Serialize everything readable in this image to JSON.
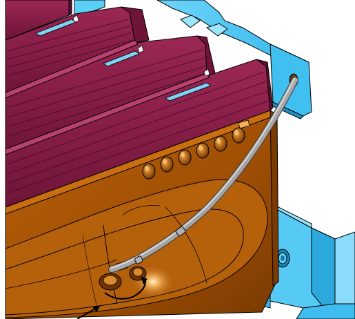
{
  "scene": {
    "kind": "3D CAD model render",
    "colors": {
      "background": "#ffffff",
      "bracket_blue": "#4cc8f4",
      "bracket_blue_light": "#8adcfa",
      "bracket_blue_dark": "#1f90c4",
      "tray_crimson": "#8c1e4a",
      "tray_crimson_light": "#a8305e",
      "tray_crimson_dark": "#5e0f30",
      "housing_brown": "#a65406",
      "housing_brown_light": "#cf7a12",
      "housing_brown_dark": "#6e3402",
      "highlight": "#ffd9a0",
      "hose_gray": "#a7a7a7",
      "hose_gray_dark": "#6f6f6f",
      "edge_line": "#000000",
      "arrow": "#000000"
    },
    "parts": [
      "bracket-top",
      "bracket-right",
      "tray-rows",
      "housing",
      "hose",
      "drain-fitting",
      "rotation-arrow",
      "pointer-arrow"
    ]
  }
}
